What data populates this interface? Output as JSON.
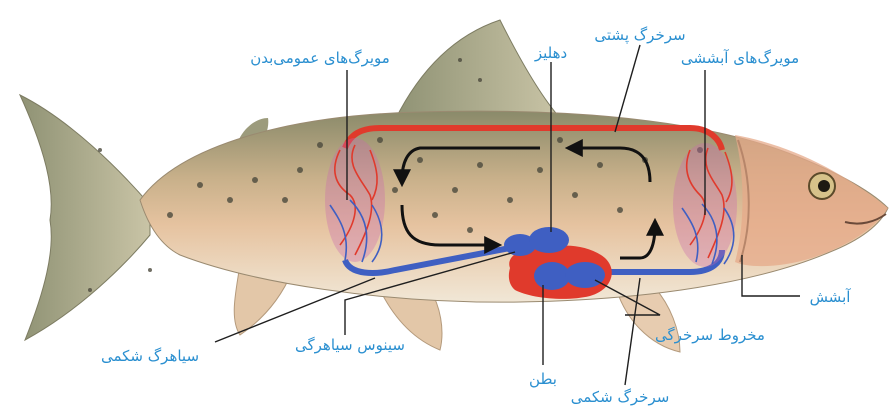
{
  "labels": {
    "dorsal_aorta": "سرخرگ پشتی",
    "atrium": "دهلیز",
    "body_capillaries": "مویرگ‌های عمومی‌بدن",
    "gill_capillaries": "مویرگ‌های آبششی",
    "gill": "آبشش",
    "ventral_vein": "سیاهرگ شکمی",
    "sinus_venosus": "سینوس سیاهرگی",
    "conus_arteriosus": "مخروط سرخرگی",
    "ventricle": "بطن",
    "ventral_aorta": "سرخرگ شکمی"
  },
  "colors": {
    "label_text": "#2a8fd0",
    "leader_line": "#1f1f1f",
    "oxygenated_blood": "#e03a2c",
    "deoxygenated_blood": "#3f5fc2",
    "flow_arrow": "#111111",
    "fish_body": "#d9b38c"
  }
}
